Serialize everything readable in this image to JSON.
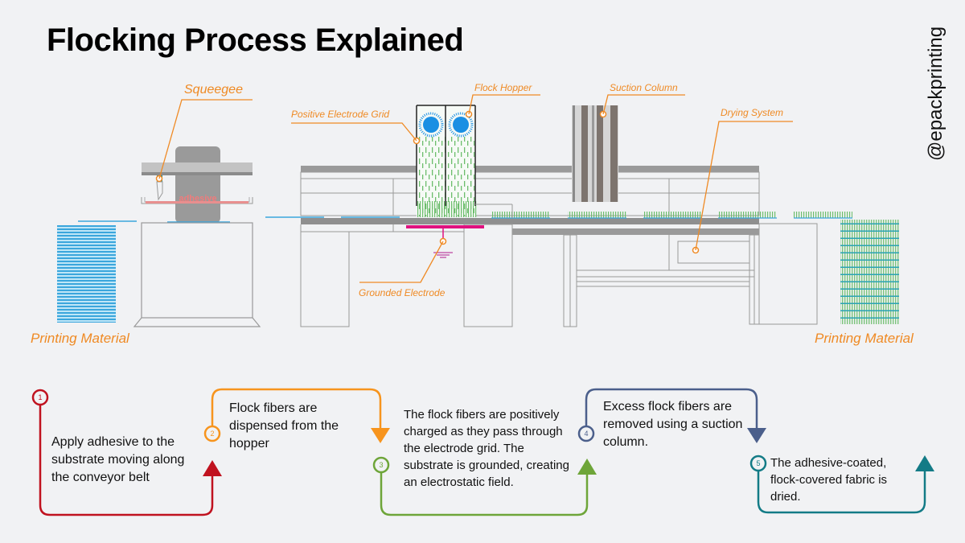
{
  "title": "Flocking Process Explained",
  "watermark": "@epackprinting",
  "colors": {
    "label_orange": "#ef8a24",
    "step1": "#c0121f",
    "step2": "#f7941d",
    "step3": "#6ea539",
    "step4": "#4b5f8b",
    "step5": "#137b86",
    "fiber_green": "#5cb85c",
    "hopper_blue": "#1a8fe3",
    "electrode_magenta": "#e0117f",
    "substrate_blue": "#3ba6dc",
    "machine_gray": "#9a9a9a"
  },
  "labels": {
    "squeegee": "Squeegee",
    "adhesive": "adhesive",
    "positive_electrode_grid": "Positive Electrode Grid",
    "flock_hopper": "Flock Hopper",
    "suction_column": "Suction Column",
    "drying_system": "Drying System",
    "grounded_electrode": "Grounded Electrode",
    "printing_material_left": "Printing Material",
    "printing_material_right": "Printing Material"
  },
  "steps": [
    {
      "number": "1",
      "text": "Apply adhesive to the substrate moving along the conveyor belt"
    },
    {
      "number": "2",
      "text": "Flock fibers are dispensed from the hopper"
    },
    {
      "number": "3",
      "text": "The flock fibers are positively charged as they pass through the electrode grid. The substrate is grounded, creating an electrostatic field."
    },
    {
      "number": "4",
      "text": "Excess flock fibers are removed using a suction column."
    },
    {
      "number": "5",
      "text": "The adhesive-coated, flock-covered fabric is dried."
    }
  ]
}
